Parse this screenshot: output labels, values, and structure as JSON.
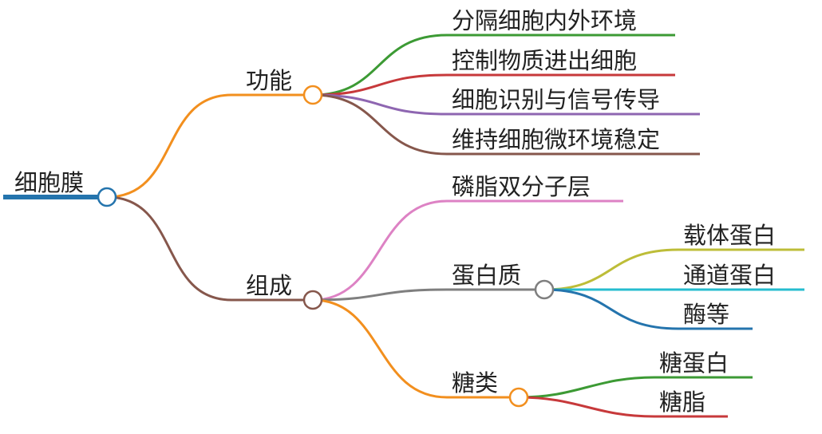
{
  "mindmap": {
    "root": {
      "label": "细胞膜",
      "color": "#2474ad"
    },
    "branches": {
      "function": {
        "label": "功能",
        "color": "#f28f1e",
        "items": [
          {
            "label": "分隔细胞内外环境",
            "color": "#3c9a34"
          },
          {
            "label": "控制物质进出细胞",
            "color": "#c7393b"
          },
          {
            "label": "细胞识别与信号传导",
            "color": "#8e66b1"
          },
          {
            "label": "维持细胞微环境稳定",
            "color": "#86574c"
          }
        ]
      },
      "composition": {
        "label": "组成",
        "color": "#86574c",
        "phospholipid": {
          "label": "磷脂双分子层",
          "color": "#dd82c4"
        },
        "protein": {
          "label": "蛋白质",
          "color": "#7f7f7f",
          "items": [
            {
              "label": "载体蛋白",
              "color": "#bdbd38"
            },
            {
              "label": "通道蛋白",
              "color": "#26bccf"
            },
            {
              "label": "酶等",
              "color": "#2474ad"
            }
          ]
        },
        "sugar": {
          "label": "糖类",
          "color": "#f28f1e",
          "items": [
            {
              "label": "糖蛋白",
              "color": "#3c9a34"
            },
            {
              "label": "糖脂",
              "color": "#c7393b"
            }
          ]
        }
      }
    }
  }
}
